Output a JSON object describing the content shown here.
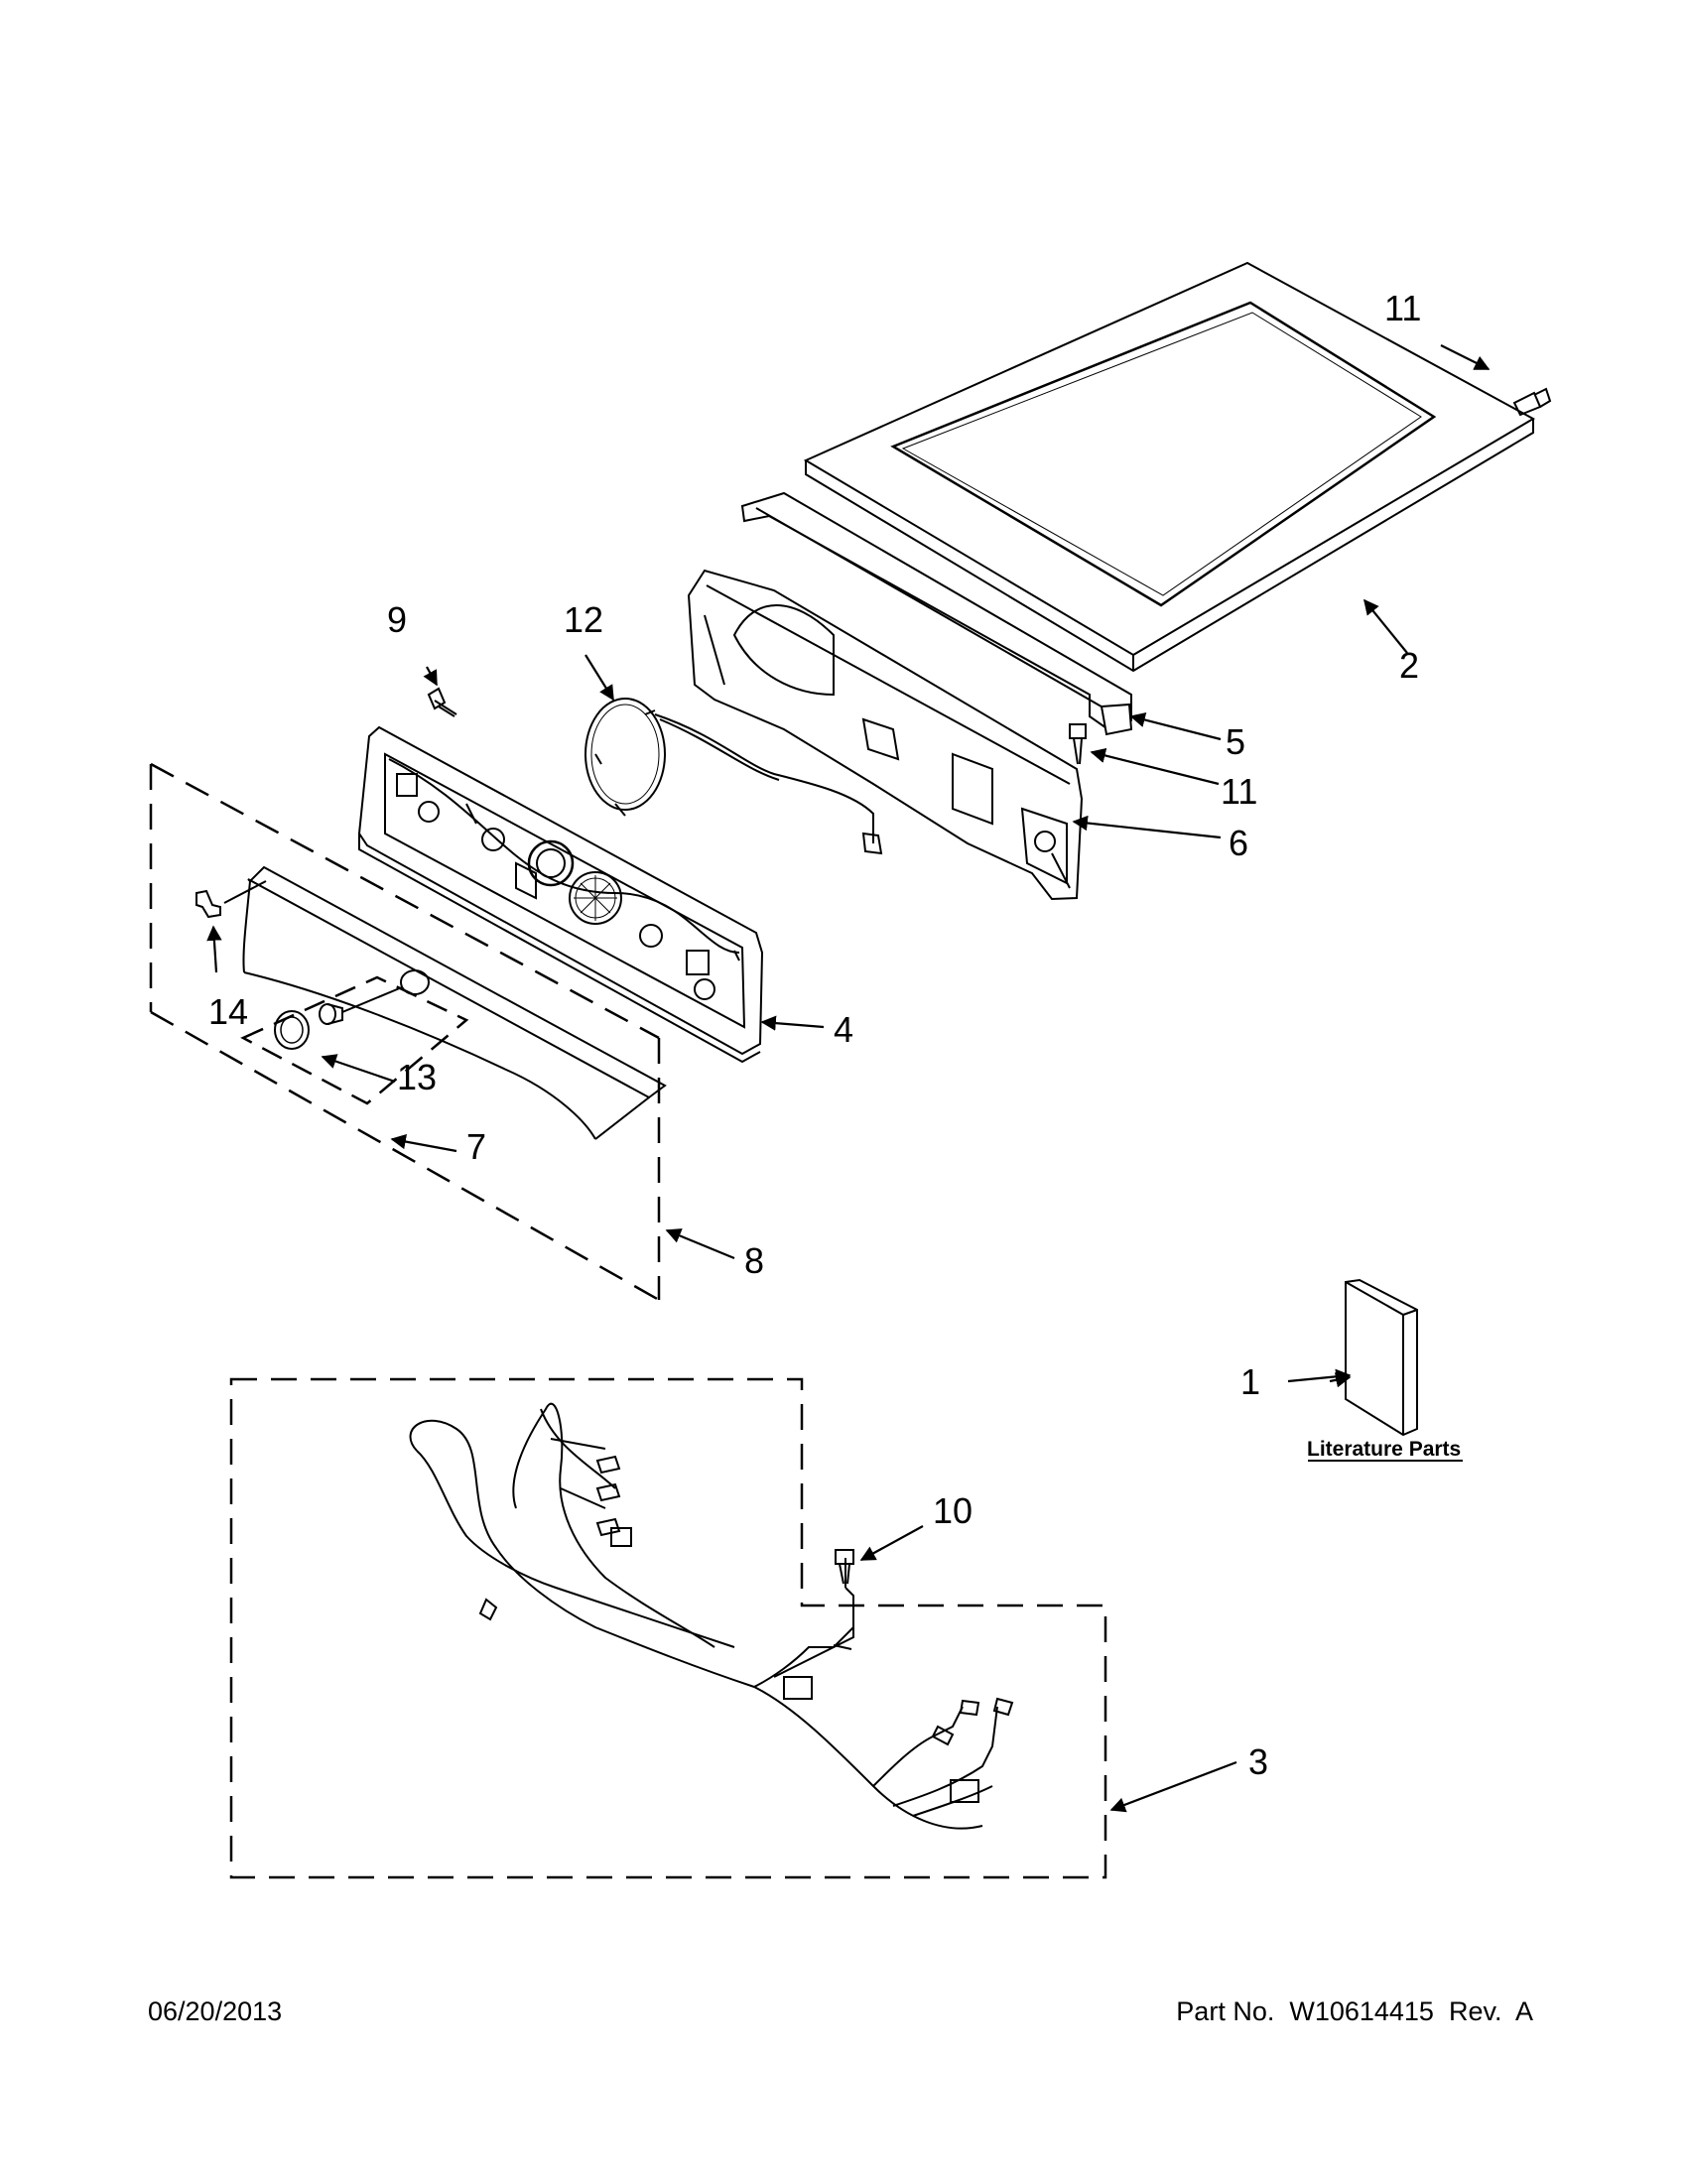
{
  "diagram": {
    "callouts": {
      "c1": "1",
      "c2": "2",
      "c3": "3",
      "c4": "4",
      "c5": "5",
      "c6": "6",
      "c7": "7",
      "c8": "8",
      "c9": "9",
      "c10": "10",
      "c11a": "11",
      "c11b": "11",
      "c12": "12",
      "c13": "13",
      "c14": "14"
    },
    "literature_label": "Literature Parts"
  },
  "footer": {
    "date": "06/20/2013",
    "part_number": "Part No.  W10614415  Rev.  A"
  },
  "colors": {
    "line": "#000000",
    "background": "#ffffff"
  }
}
